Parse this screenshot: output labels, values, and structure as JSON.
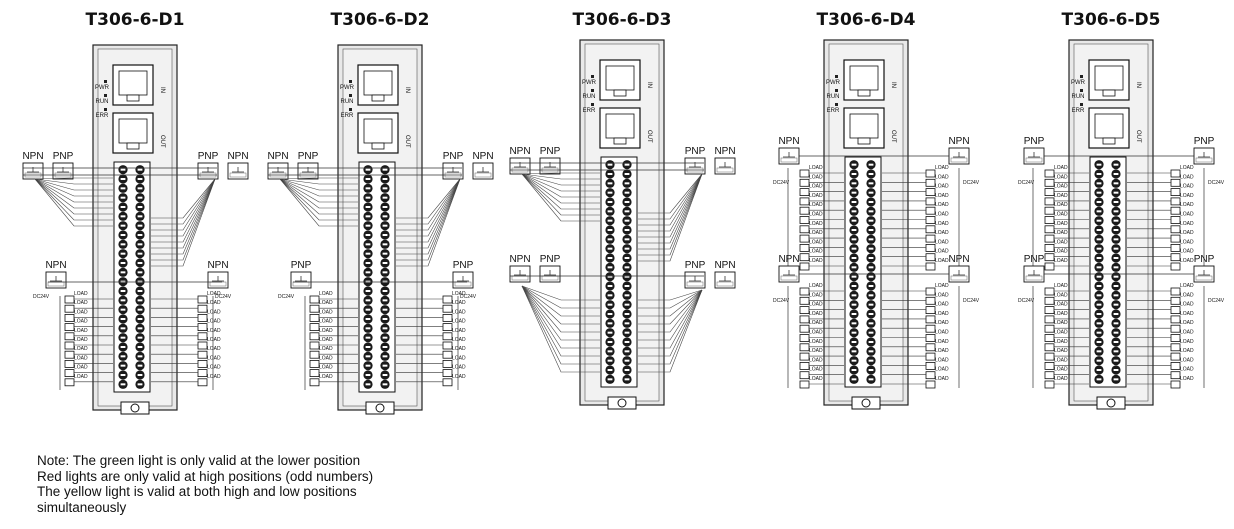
{
  "modules": [
    {
      "title": "T306-6-D1",
      "top_left": [
        "NPN",
        "PNP"
      ],
      "top_right": [
        "PNP",
        "NPN"
      ],
      "lower_left": [
        "NPN"
      ],
      "lower_right": [
        "NPN"
      ],
      "load_label": "LOAD",
      "supply_label": "DC24V",
      "layout": "small"
    },
    {
      "title": "T306-6-D2",
      "top_left": [
        "NPN",
        "PNP"
      ],
      "top_right": [
        "PNP",
        "NPN"
      ],
      "lower_left": [
        "PNP"
      ],
      "lower_right": [
        "PNP"
      ],
      "load_label": "LOAD",
      "supply_label": "DC24V",
      "layout": "small"
    },
    {
      "title": "T306-6-D3",
      "top_left": [
        "NPN",
        "PNP"
      ],
      "top_right": [
        "PNP",
        "NPN"
      ],
      "lower_left": [
        "NPN",
        "PNP"
      ],
      "lower_right": [
        "PNP",
        "NPN"
      ],
      "load_label": "LOAD",
      "supply_label": "DC24V",
      "layout": "input"
    },
    {
      "title": "T306-6-D4",
      "top_left": [
        "NPN"
      ],
      "top_right": [
        "NPN"
      ],
      "lower_left": [
        "NPN"
      ],
      "lower_right": [
        "NPN"
      ],
      "load_label": "LOAD",
      "supply_label": "DC24V",
      "layout": "output"
    },
    {
      "title": "T306-6-D5",
      "top_left": [
        "PNP"
      ],
      "top_right": [
        "PNP"
      ],
      "lower_left": [
        "PNP"
      ],
      "lower_right": [
        "PNP"
      ],
      "load_label": "LOAD",
      "supply_label": "DC24V",
      "layout": "output"
    }
  ],
  "status_leds": [
    "PWR",
    "RUN",
    "ERR"
  ],
  "port_labels": [
    "IN",
    "OUT"
  ],
  "note_lines": [
    "Note: The green light is only valid at the lower position",
    "Red lights are only valid at high positions (odd numbers)",
    "The yellow light is valid at both high and low positions",
    "simultaneously"
  ]
}
